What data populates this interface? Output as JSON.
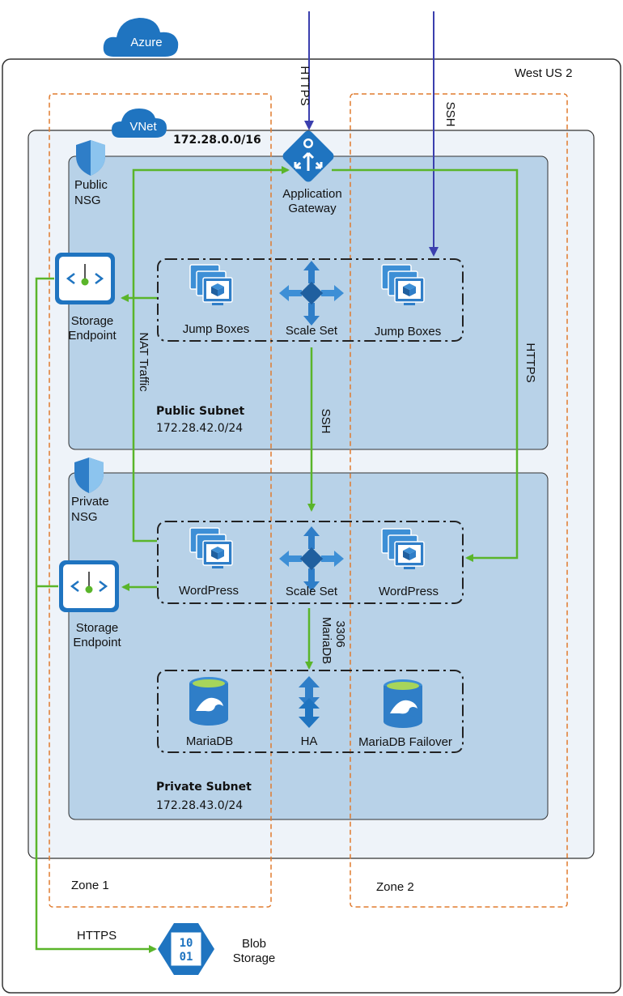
{
  "cloud": {
    "label": "Azure"
  },
  "region": {
    "label": "West US 2"
  },
  "zones": [
    {
      "label": "Zone 1"
    },
    {
      "label": "Zone 2"
    }
  ],
  "vnet": {
    "label": "VNet",
    "cidr": "172.28.0.0/16"
  },
  "app_gateway": {
    "label": "Application Gateway"
  },
  "public_nsg": {
    "label": "Public NSG"
  },
  "private_nsg": {
    "label": "Private NSG"
  },
  "public_subnet": {
    "title": "Public Subnet",
    "cidr": "172.28.42.0/24"
  },
  "private_subnet": {
    "title": "Private Subnet",
    "cidr": "172.28.43.0/24"
  },
  "public_tier": {
    "left": "Jump Boxes",
    "middle": "Scale Set",
    "right": "Jump Boxes"
  },
  "web_tier": {
    "left": "WordPress",
    "middle": "Scale Set",
    "right": "WordPress"
  },
  "db_tier": {
    "left": "MariaDB",
    "middle": "HA",
    "right": "MariaDB Failover"
  },
  "storage_endpoint_public": {
    "label": "Storage Endpoint"
  },
  "storage_endpoint_private": {
    "label": "Storage Endpoint"
  },
  "blob": {
    "label": "Blob Storage",
    "icon_text_top": "10",
    "icon_text_bottom": "01"
  },
  "flows": {
    "https_in": "HTTPS",
    "ssh_in": "SSH",
    "https_right": "HTTPS",
    "nat": "NAT Traffic",
    "ssh_mid": "SSH",
    "mariadb": "MariaDB",
    "mariadb_port": "3306",
    "https_blob": "HTTPS"
  },
  "colors": {
    "azure_blue": "#1f74c0",
    "icon_blue": "#3d8fd6",
    "subnet_fill": "#b8d2e8",
    "vnet_fill": "#eef3f9",
    "zone_border": "#e07b2e",
    "green": "#5ab52a",
    "inbound_arrow": "#3b3fae"
  }
}
